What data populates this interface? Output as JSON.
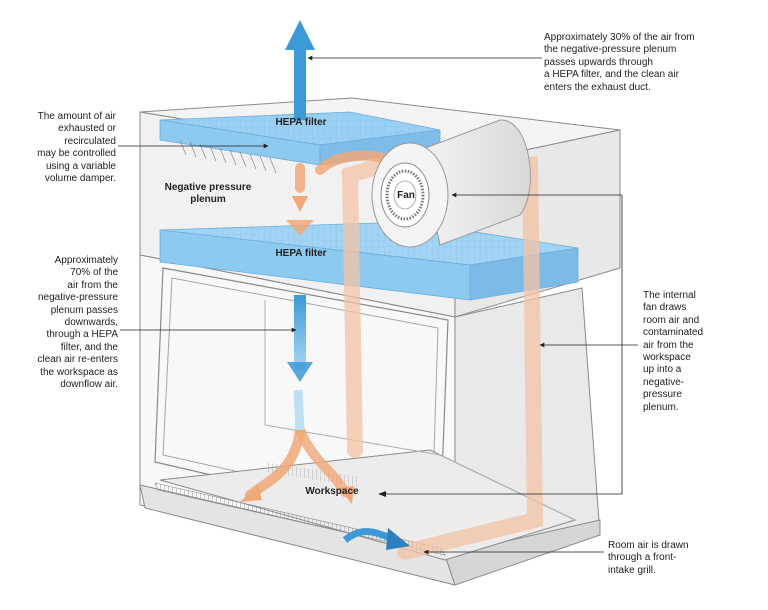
{
  "labels": {
    "hepa_top": "HEPA filter",
    "hepa_bottom": "HEPA filter",
    "plenum_line1": "Negative pressure",
    "plenum_line2": "plenum",
    "fan": "Fan",
    "workspace": "Workspace"
  },
  "callouts": {
    "top_right": [
      "Approximately 30% of the air from",
      "the negative-pressure plenum",
      "passes upwards through",
      "a HEPA filter, and the clean air",
      "enters the exhaust duct."
    ],
    "left_damper": [
      "The amount of air",
      "exhausted or",
      "recirculated",
      "may be controlled",
      "using a variable",
      "volume damper."
    ],
    "left_downflow": [
      "Approximately",
      "70% of the",
      "air from the",
      "negative-pressure",
      "plenum passes",
      "downwards,",
      "through a HEPA",
      "filter, and the",
      "clean air re-enters",
      "the workspace as",
      "downflow air."
    ],
    "right_fan": [
      "The internal",
      "fan draws",
      "room air and",
      "contaminated",
      "air from the",
      "workspace",
      "up into a",
      "negative-",
      "pressure",
      "plenum."
    ],
    "bottom_right": [
      "Room air is drawn",
      "through a front-",
      "intake grill."
    ]
  },
  "colors": {
    "filter_blue": "#8ec9f0",
    "airflow_blue": "#3d9ad8",
    "airflow_orange": "#f0a878",
    "cabinet_line": "#8a8a8a",
    "cabinet_fill": "#f1f1f1"
  }
}
